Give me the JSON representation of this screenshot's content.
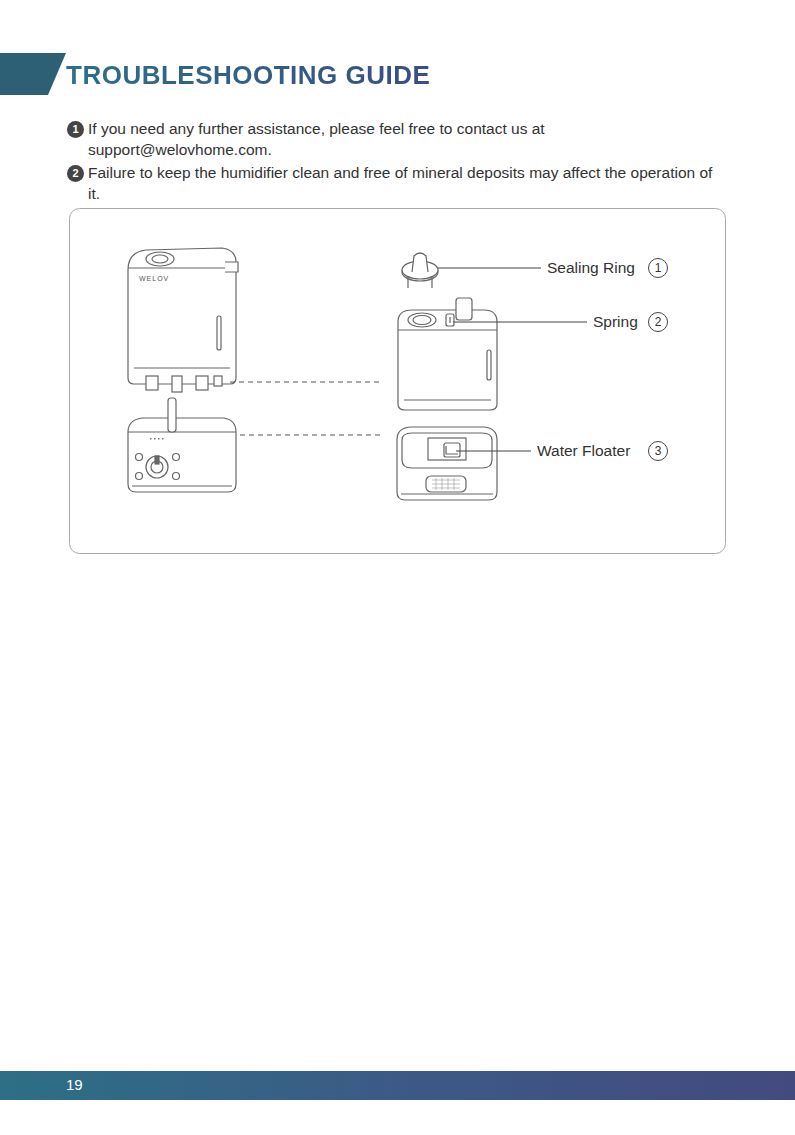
{
  "diagram": {
    "title": "TROUBLESHOOTING GUIDE",
    "nodes": [
      {
        "text": [
          "19"
        ]
      }
    ],
    "labels": [
      "1",
      "If you need any further assistance, please feel free to contact us at support@welovhome.com.",
      "2",
      "Failure to keep the humidifier clean and free of mineral deposits may affect the operation of it.",
      "WELOV",
      "Sealing Ring",
      "1",
      "Spring",
      "2",
      "Water Floater",
      "3"
    ]
  }
}
